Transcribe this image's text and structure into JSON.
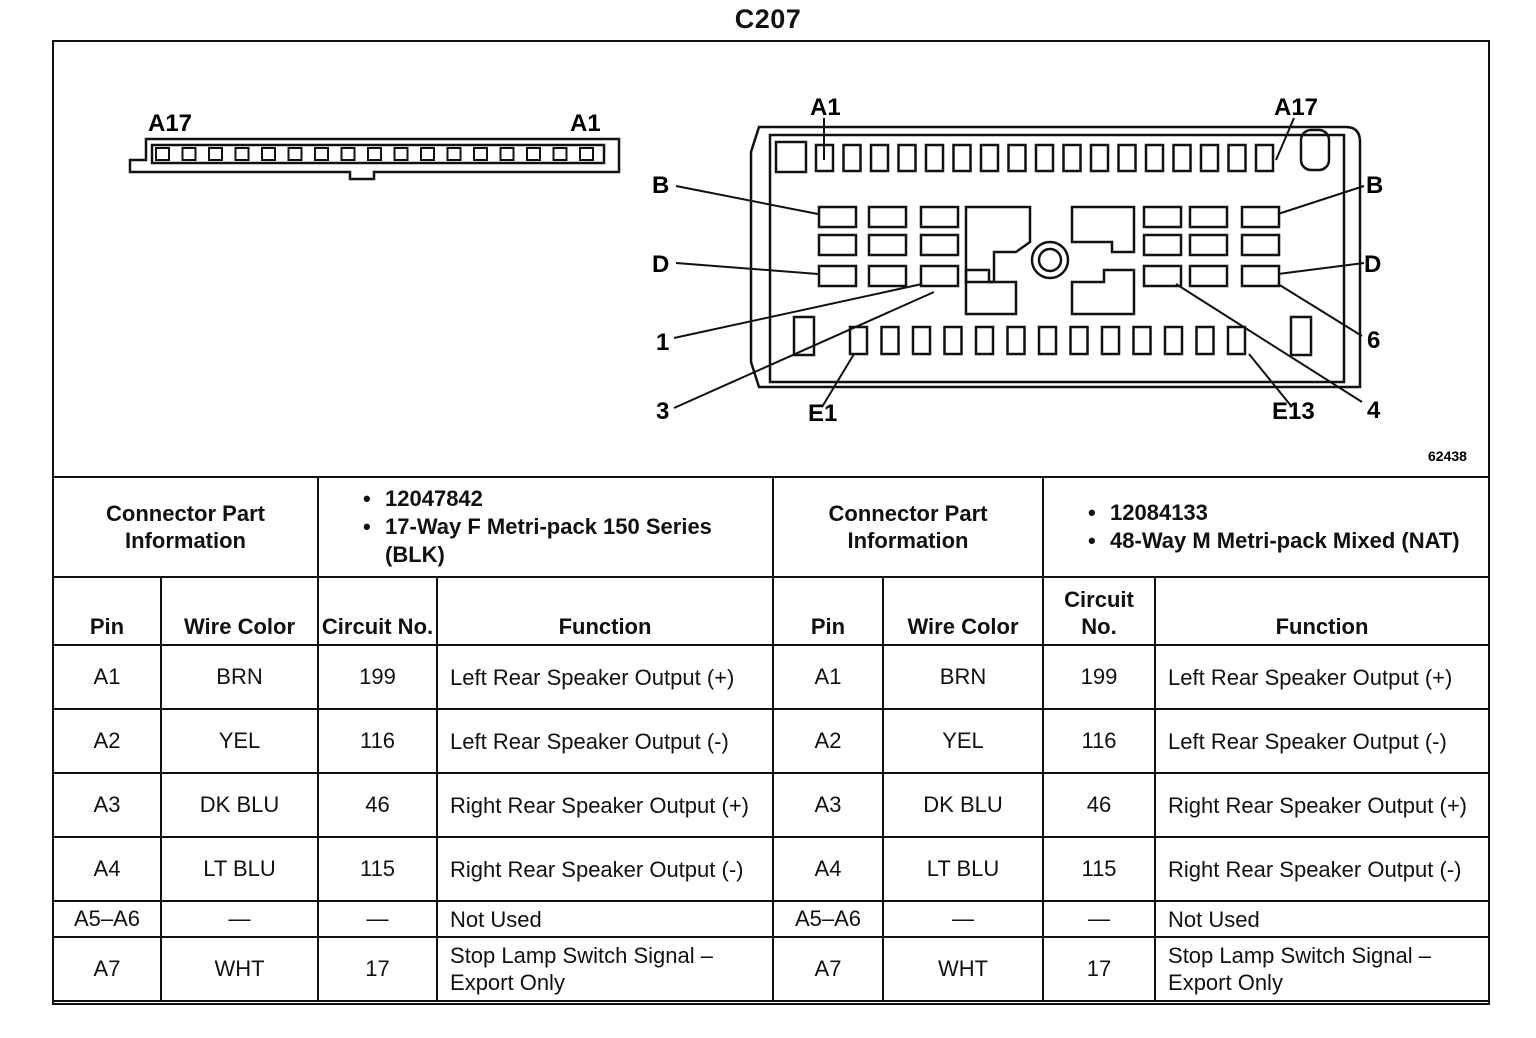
{
  "title": "C207",
  "diagram": {
    "code": "62438",
    "left_connector": {
      "labels": [
        "A17",
        "A1"
      ]
    },
    "right_connector": {
      "labels": [
        "A1",
        "A17",
        "B",
        "B",
        "D",
        "D",
        "1",
        "6",
        "3",
        "4",
        "E1",
        "E13"
      ]
    }
  },
  "connectors": [
    {
      "part_info_label": "Connector Part Information",
      "part_number": "12047842",
      "description": "17-Way F Metri-pack 150 Series (BLK)",
      "columns": {
        "pin": "Pin",
        "wire_color": "Wire Color",
        "circuit": "Circuit No.",
        "function": "Function"
      },
      "rows": [
        {
          "pin": "A1",
          "wire_color": "BRN",
          "circuit": "199",
          "function": "Left Rear Speaker Output (+)"
        },
        {
          "pin": "A2",
          "wire_color": "YEL",
          "circuit": "116",
          "function": "Left Rear Speaker Output (-)"
        },
        {
          "pin": "A3",
          "wire_color": "DK BLU",
          "circuit": "46",
          "function": "Right Rear Speaker Output (+)"
        },
        {
          "pin": "A4",
          "wire_color": "LT BLU",
          "circuit": "115",
          "function": "Right Rear Speaker Output (-)"
        },
        {
          "pin": "A5–A6",
          "wire_color": "—",
          "circuit": "—",
          "function": "Not Used"
        },
        {
          "pin": "A7",
          "wire_color": "WHT",
          "circuit": "17",
          "function": "Stop Lamp Switch Signal – Export Only"
        }
      ]
    },
    {
      "part_info_label": "Connector Part Information",
      "part_number": "12084133",
      "description": "48-Way M Metri-pack Mixed (NAT)",
      "columns": {
        "pin": "Pin",
        "wire_color": "Wire Color",
        "circuit": "Circuit No.",
        "function": "Function"
      },
      "rows": [
        {
          "pin": "A1",
          "wire_color": "BRN",
          "circuit": "199",
          "function": "Left Rear Speaker Output (+)"
        },
        {
          "pin": "A2",
          "wire_color": "YEL",
          "circuit": "116",
          "function": "Left Rear Speaker Output (-)"
        },
        {
          "pin": "A3",
          "wire_color": "DK BLU",
          "circuit": "46",
          "function": "Right Rear Speaker Output (+)"
        },
        {
          "pin": "A4",
          "wire_color": "LT BLU",
          "circuit": "115",
          "function": "Right Rear Speaker Output (-)"
        },
        {
          "pin": "A5–A6",
          "wire_color": "—",
          "circuit": "—",
          "function": "Not Used"
        },
        {
          "pin": "A7",
          "wire_color": "WHT",
          "circuit": "17",
          "function": "Stop Lamp Switch Signal – Export Only"
        }
      ]
    }
  ]
}
